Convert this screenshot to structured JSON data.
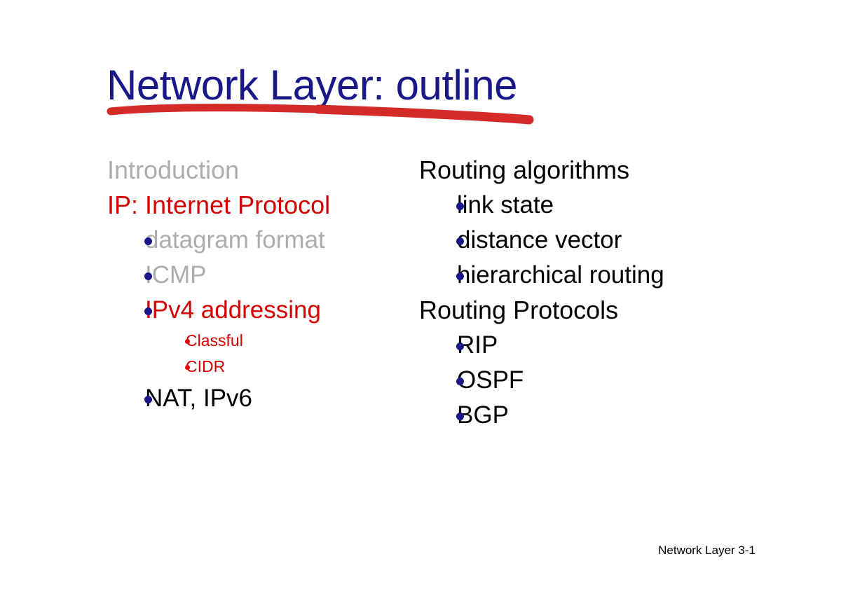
{
  "slide": {
    "title": "Network Layer: outline",
    "title_color": "#181888",
    "underline_color": "#d42a28",
    "footer": "Network Layer  3-1",
    "background": "#ffffff"
  },
  "colors": {
    "black": "#000000",
    "red": "#d40000",
    "gray": "#adadad",
    "navy_bullet": "#181888",
    "red_bullet": "#e00000"
  },
  "left_column": {
    "items": [
      {
        "level": 1,
        "label": "Introduction",
        "color": "gray",
        "bullet": "none"
      },
      {
        "level": 1,
        "label": "IP: Internet Protocol",
        "color": "red",
        "bullet": "none"
      },
      {
        "level": 2,
        "label": "datagram format",
        "color": "gray",
        "bullet": "navy-dot"
      },
      {
        "level": 2,
        "label": "ICMP",
        "color": "gray",
        "bullet": "navy-dot"
      },
      {
        "level": 2,
        "label": "IPv4 addressing",
        "color": "red",
        "bullet": "navy-dot"
      },
      {
        "level": 3,
        "label": "Classful",
        "color": "red",
        "bullet": "red-dot"
      },
      {
        "level": 3,
        "label": "CIDR",
        "color": "red",
        "bullet": "red-dot"
      },
      {
        "level": 2,
        "label": "NAT, IPv6",
        "color": "black",
        "bullet": "navy-dot"
      }
    ]
  },
  "right_column": {
    "items": [
      {
        "level": 1,
        "label": "Routing algorithms",
        "color": "black",
        "bullet": "none"
      },
      {
        "level": 2,
        "label": "link state",
        "color": "black",
        "bullet": "navy-dot"
      },
      {
        "level": 2,
        "label": "distance vector",
        "color": "black",
        "bullet": "navy-dot"
      },
      {
        "level": 2,
        "label": "hierarchical routing",
        "color": "black",
        "bullet": "navy-dot"
      },
      {
        "level": 1,
        "label": "Routing Protocols",
        "color": "black",
        "bullet": "none"
      },
      {
        "level": 2,
        "label": "RIP",
        "color": "black",
        "bullet": "navy-dot"
      },
      {
        "level": 2,
        "label": "OSPF",
        "color": "black",
        "bullet": "navy-dot"
      },
      {
        "level": 2,
        "label": "BGP",
        "color": "black",
        "bullet": "navy-dot"
      }
    ]
  }
}
